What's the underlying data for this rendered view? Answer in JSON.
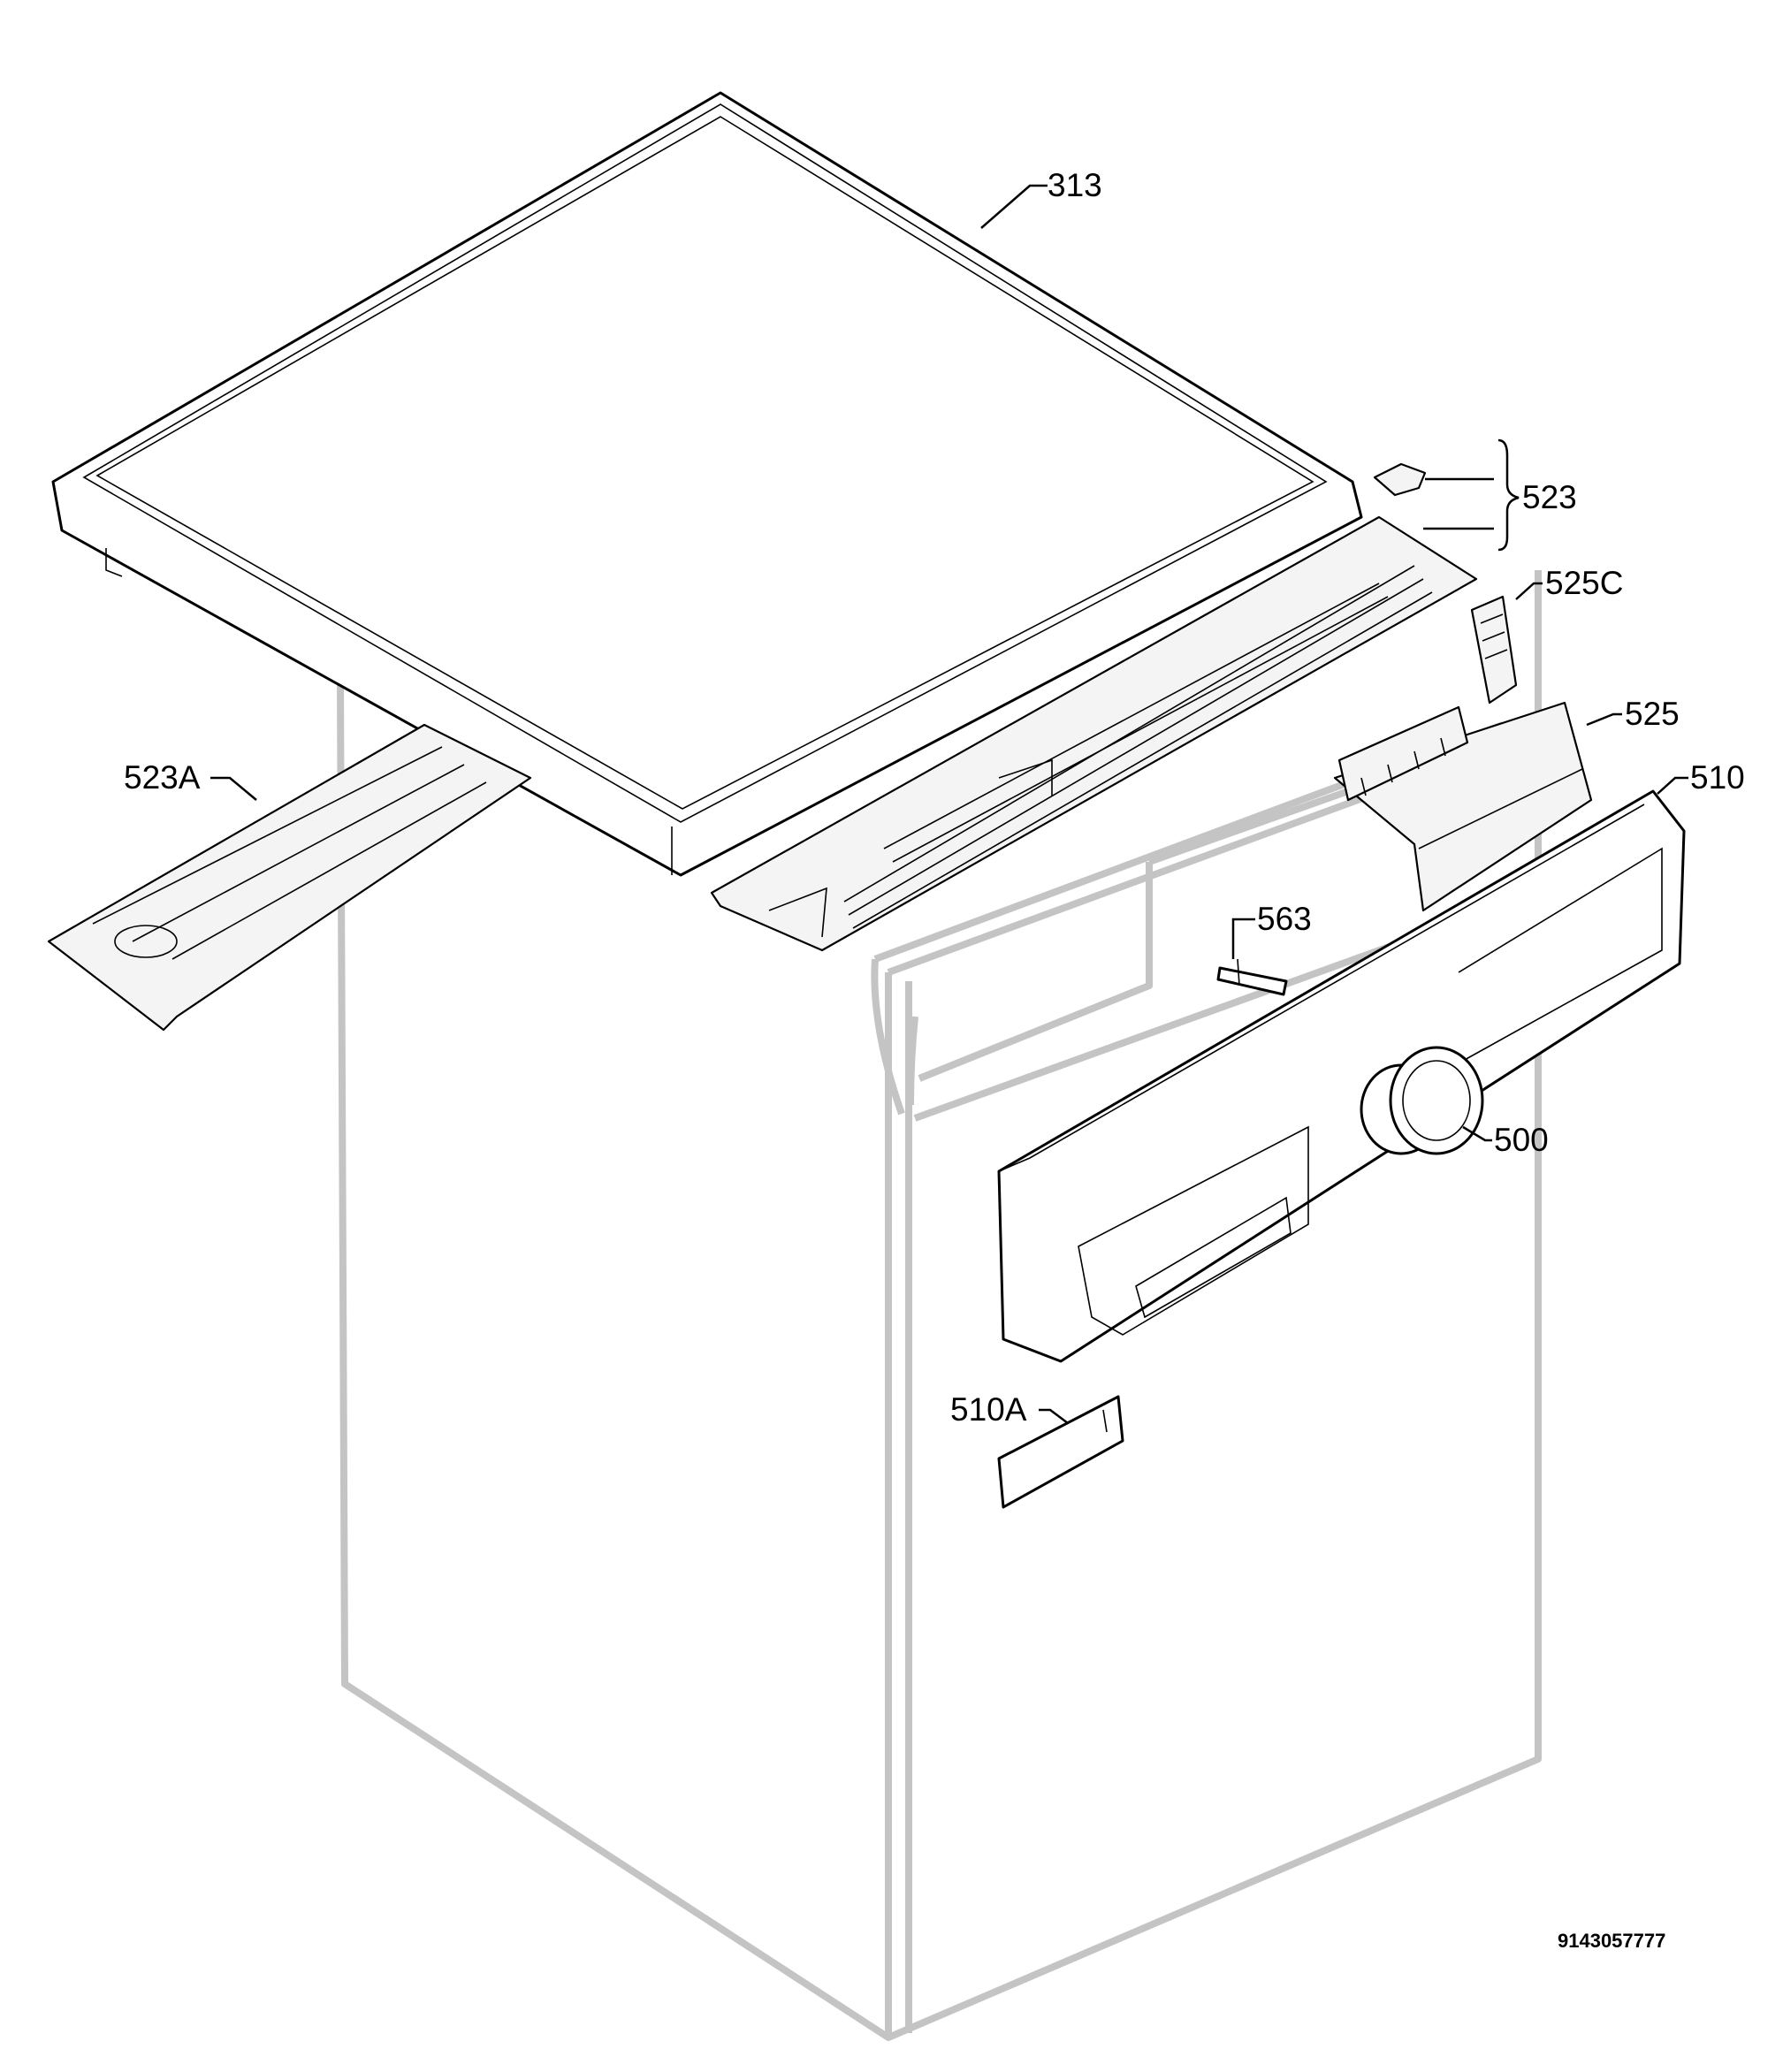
{
  "labels": {
    "313": "313",
    "523": "523",
    "525C": "525C",
    "525": "525",
    "510": "510",
    "523A": "523A",
    "563": "563",
    "500": "500",
    "510A": "510A"
  },
  "reference_code": "9143057777"
}
